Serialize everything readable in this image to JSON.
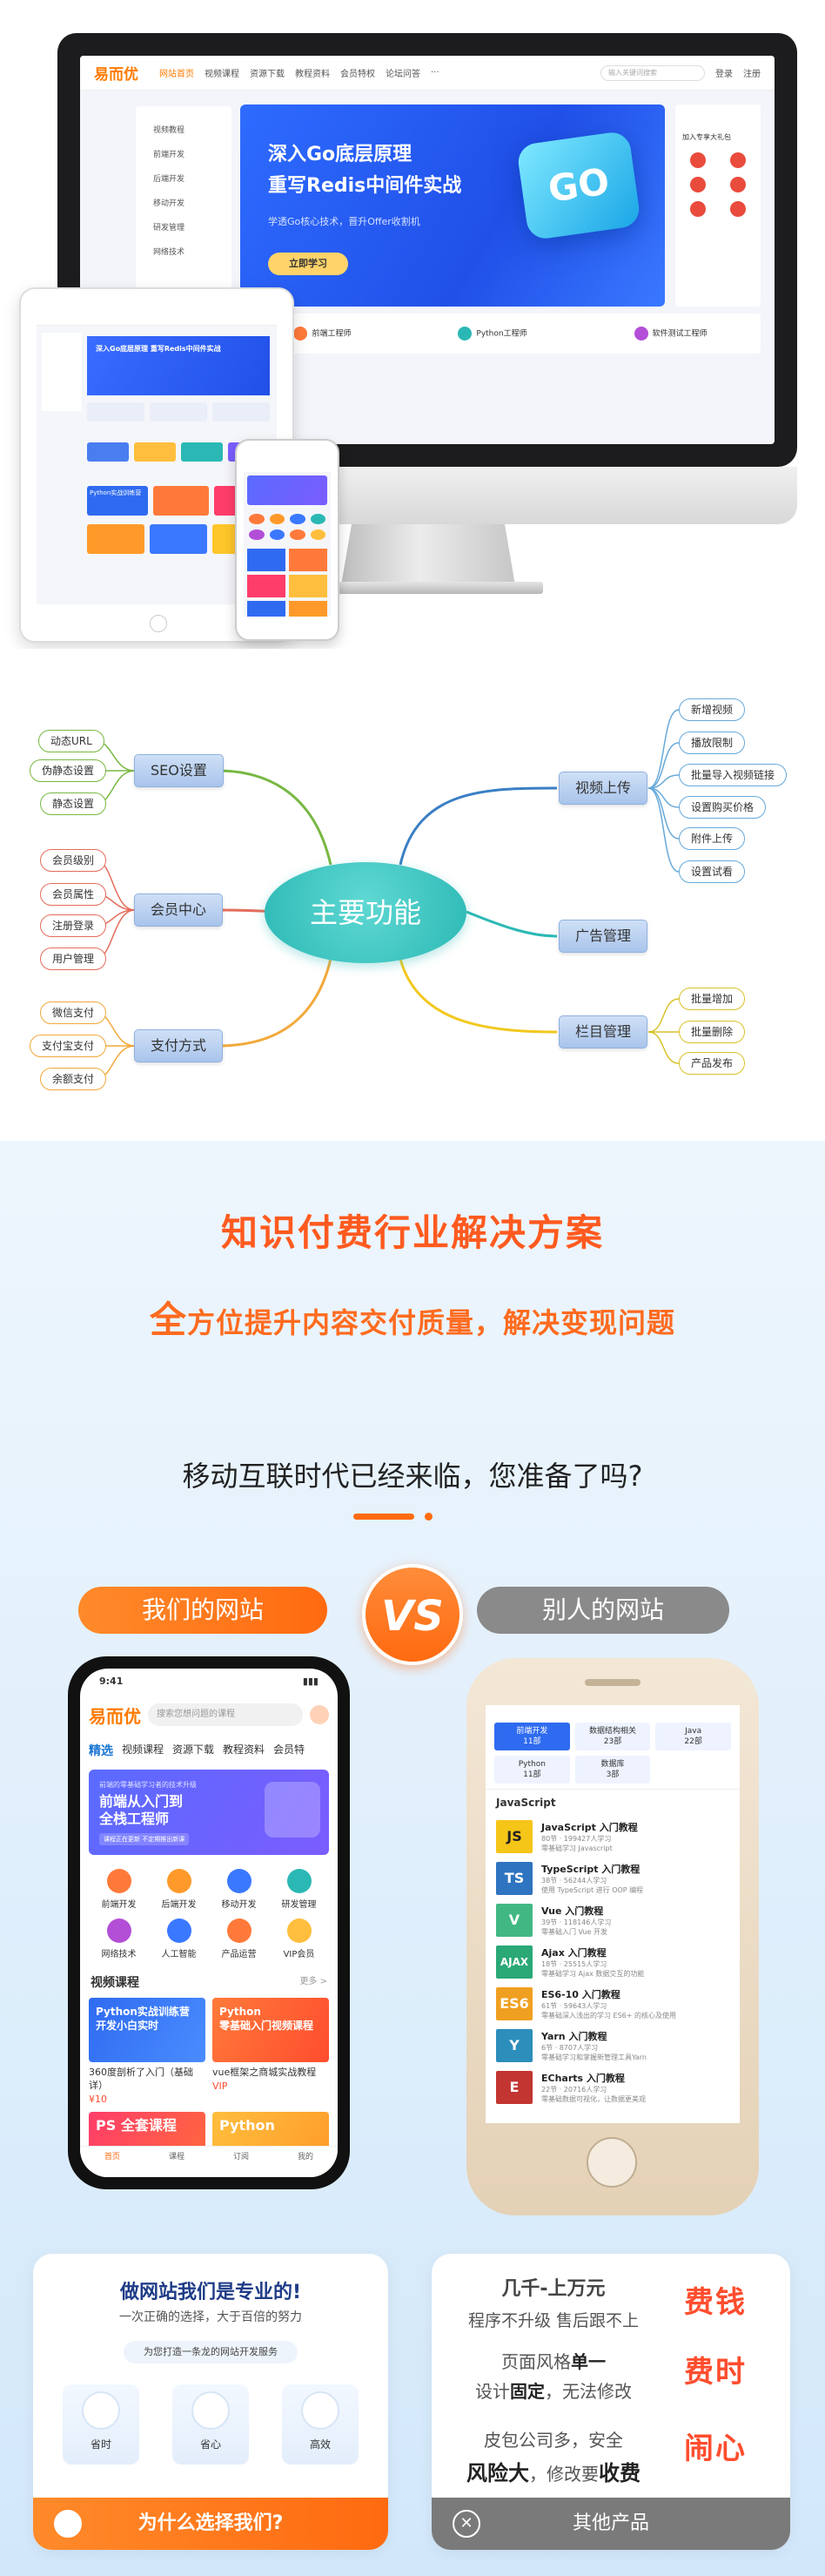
{
  "desktop_site": {
    "logo": "易而优",
    "nav": [
      "网站首页",
      "视频课程",
      "资源下载",
      "教程资料",
      "会员特权",
      "论坛问答",
      "···"
    ],
    "search_placeholder": "输入关键词搜索",
    "login": "登录",
    "register": "注册",
    "sidebar": [
      "视频教程",
      "前端开发",
      "后端开发",
      "移动开发",
      "研发管理",
      "网络技术"
    ],
    "banner": {
      "title1": "深入Go底层原理",
      "title2": "重写Redis中间件实战",
      "subtitle": "学透Go核心技术，晋升Offer收割机",
      "button": "立即学习",
      "badge": "GO"
    },
    "right_panel": {
      "title": "加入专享大礼包"
    },
    "cards": [
      "前端工程师",
      "Python工程师",
      "软件测试工程师"
    ]
  },
  "tablet_site": {
    "banner": "深入Go底层原理 重写Redis中间件实战",
    "course": "Python实战训练营"
  },
  "mindmap": {
    "center": "主要功能",
    "branches": [
      {
        "label": "SEO设置",
        "leaves": [
          "动态URL",
          "伪静态设置",
          "静态设置"
        ]
      },
      {
        "label": "会员中心",
        "leaves": [
          "会员级别",
          "会员属性",
          "注册登录",
          "用户管理"
        ]
      },
      {
        "label": "支付方式",
        "leaves": [
          "微信支付",
          "支付宝支付",
          "余额支付"
        ]
      },
      {
        "label": "视频上传",
        "leaves": [
          "新增视频",
          "播放限制",
          "批量导入视频链接",
          "设置购买价格",
          "附件上传",
          "设置试看"
        ]
      },
      {
        "label": "广告管理",
        "leaves": []
      },
      {
        "label": "栏目管理",
        "leaves": [
          "批量增加",
          "批量删除",
          "产品发布"
        ]
      }
    ]
  },
  "solution": {
    "title": "知识付费行业解决方案",
    "subtitle_first": "全",
    "subtitle_rest": "方位提升内容交付质量，解决变现问题",
    "question": "移动互联时代已经来临，您准备了吗?",
    "ours_label": "我们的网站",
    "vs": "VS",
    "others_label": "别人的网站"
  },
  "phone_ours": {
    "time": "9:41",
    "logo": "易而优",
    "search_placeholder": "搜索您想问题的课程",
    "tabs": [
      "精选",
      "视频课程",
      "资源下载",
      "教程资料",
      "会员特"
    ],
    "banner_small": "前端的零基础学习者的技术升级",
    "banner_title1": "前端从入门到",
    "banner_title2": "全栈工程师",
    "banner_note": "课程正在更新  不定期推出新课",
    "grid": [
      "前端开发",
      "后端开发",
      "移动开发",
      "研发管理",
      "网络技术",
      "人工智能",
      "产品运营",
      "VIP会员"
    ],
    "section": "视频课程",
    "more": "更多 >",
    "courses": [
      {
        "img": "Python实战训练营\n开发小白实时",
        "title": "360度剖析了入门（基础详）",
        "price": "¥10"
      },
      {
        "img": "Python\n零基础入门视频课程",
        "title": "vue框架之商城实战教程",
        "price": "VIP"
      }
    ],
    "more_course_imgs": [
      "PS 全套课程",
      "Python"
    ],
    "bottom_nav": [
      "首页",
      "课程",
      "订阅",
      "我的"
    ]
  },
  "phone_others": {
    "tags": [
      {
        "name": "前端开发",
        "count": "11部"
      },
      {
        "name": "数据结构相关",
        "count": "23部"
      },
      {
        "name": "Java",
        "count": "22部"
      },
      {
        "name": "Python",
        "count": "11部"
      },
      {
        "name": "数据库",
        "count": "3部"
      }
    ],
    "section": "JavaScript",
    "items": [
      {
        "icon": "JS",
        "color": "#f5c518",
        "title": "JavaScript 入门教程",
        "meta": "80节 · 199427人学习",
        "desc": "零基础学习 Javascript"
      },
      {
        "icon": "TS",
        "color": "#2f74c0",
        "title": "TypeScript 入门教程",
        "meta": "38节 · 56244人学习",
        "desc": "使用 TypeScript 进行 OOP 编程"
      },
      {
        "icon": "V",
        "color": "#41b883",
        "title": "Vue 入门教程",
        "meta": "39节 · 118146人学习",
        "desc": "零基础入门 Vue 开发"
      },
      {
        "icon": "AJAX",
        "color": "#2aa876",
        "title": "Ajax 入门教程",
        "meta": "18节 · 25515人学习",
        "desc": "零基础学习 Ajax 数据交互的功能"
      },
      {
        "icon": "ES6",
        "color": "#f0a020",
        "title": "ES6-10 入门教程",
        "meta": "61节 · 59643人学习",
        "desc": "零基础深入浅出的学习 ES6+ 的核心及使用"
      },
      {
        "icon": "Y",
        "color": "#2c8ebb",
        "title": "Yarn 入门教程",
        "meta": "6节 · 8707人学习",
        "desc": "零基础学习和掌握新管理工具Yarn"
      },
      {
        "icon": "E",
        "color": "#c23531",
        "title": "ECharts 入门教程",
        "meta": "22节 · 20716人学习",
        "desc": "零基础数据可视化，让数据更美观"
      }
    ]
  },
  "card_ours": {
    "title": "做网站我们是专业的!",
    "subtitle": "一次正确的选择，大于百倍的努力",
    "tag": "为您打造一条龙的网站开发服务",
    "features": [
      "省时",
      "省心",
      "高效"
    ],
    "bar": "为什么选择我们?"
  },
  "card_others": {
    "lines": [
      "几千-上万元",
      "程序不升级 售后跟不上",
      "页面风格",
      "单一",
      "设计",
      "固定",
      "，无法修改",
      "皮包公司多，安全",
      "风险大",
      "，修改要",
      "收费"
    ],
    "bad": [
      "费钱",
      "费时",
      "闹心"
    ],
    "bar": "其他产品"
  },
  "colors": {
    "orange": "#ff6a10",
    "blue": "#2e6bff",
    "teal": "#2bb8b5",
    "gray_bar": "#7a7a7a"
  }
}
